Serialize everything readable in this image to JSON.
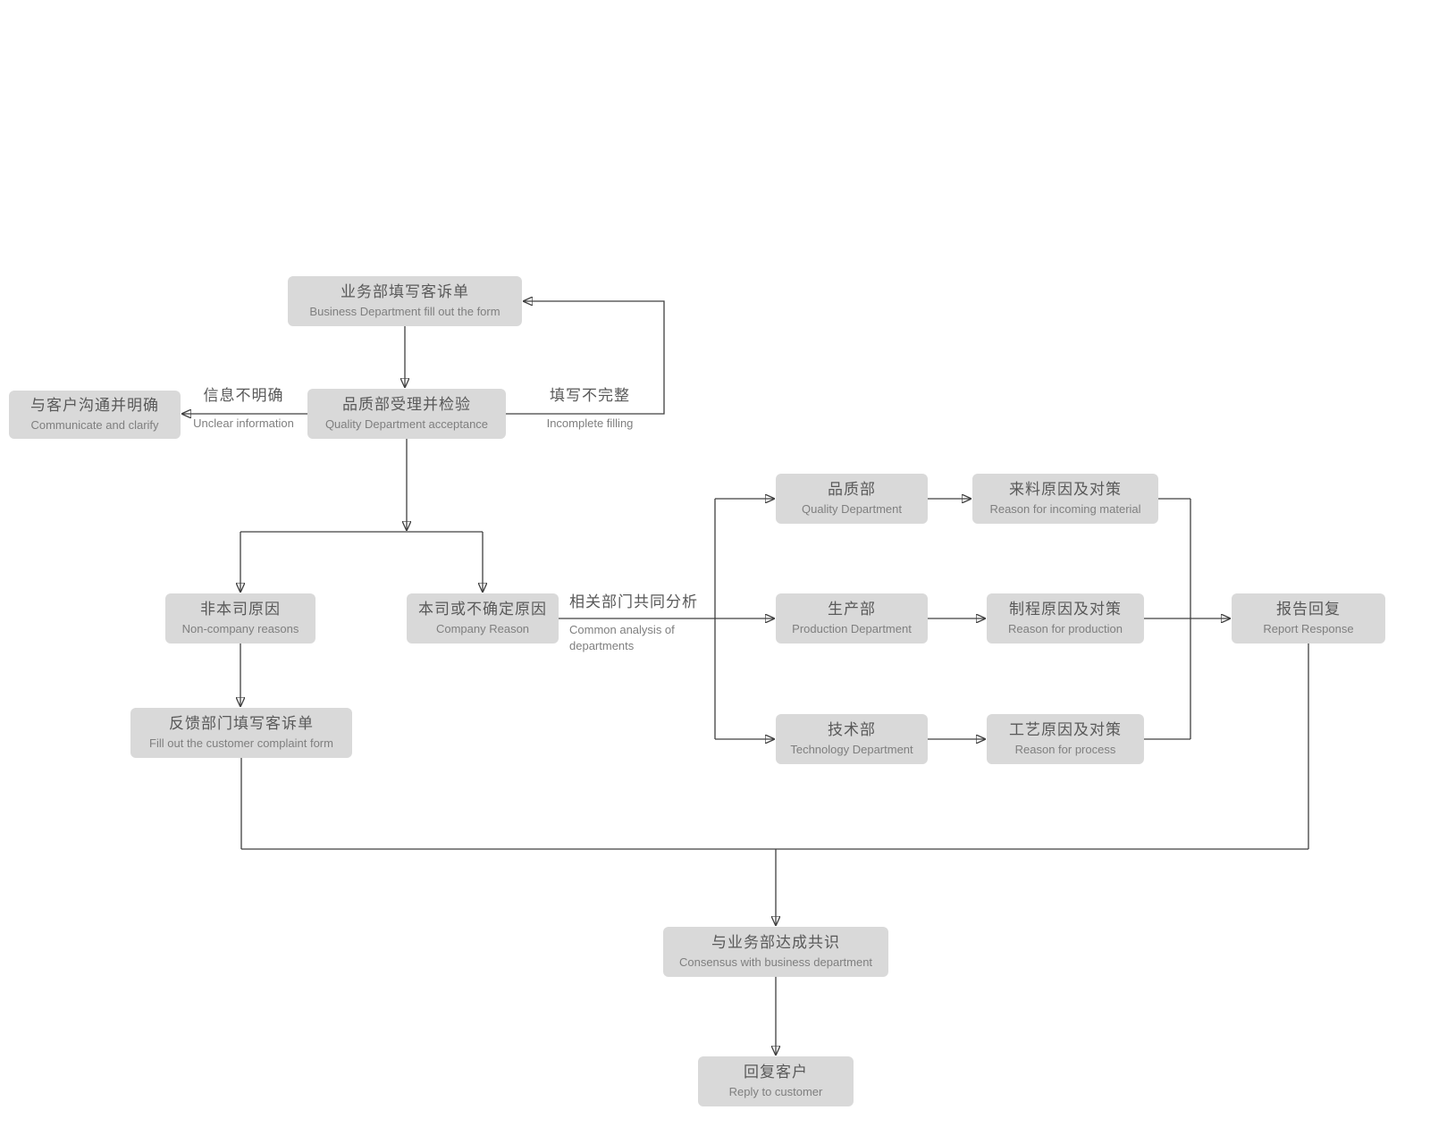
{
  "title": "Customer complaint handling flowchart",
  "colors": {
    "background": "#ffffff",
    "box_fill": "#d9d9d9",
    "line": "#404040",
    "zh_text": "#595959",
    "en_text": "#7f7f7f"
  },
  "nodes": {
    "business_fill": {
      "zh": "业务部填写客诉单",
      "en": "Business Department fill out the form"
    },
    "quality_accept": {
      "zh": "品质部受理并检验",
      "en": "Quality Department acceptance"
    },
    "communicate": {
      "zh": "与客户沟通并明确",
      "en": "Communicate and clarify"
    },
    "non_company": {
      "zh": "非本司原因",
      "en": "Non-company reasons"
    },
    "company_reason": {
      "zh": "本司或不确定原因",
      "en": "Company Reason"
    },
    "quality_dept": {
      "zh": "品质部",
      "en": "Quality Department"
    },
    "production_dept": {
      "zh": "生产部",
      "en": "Production Department"
    },
    "technology_dept": {
      "zh": "技术部",
      "en": "Technology Department"
    },
    "incoming_reason": {
      "zh": "来料原因及对策",
      "en": "Reason for incoming material"
    },
    "production_reason": {
      "zh": "制程原因及对策",
      "en": "Reason for production"
    },
    "process_reason": {
      "zh": "工艺原因及对策",
      "en": "Reason for process"
    },
    "report_response": {
      "zh": "报告回复",
      "en": "Report Response"
    },
    "feedback_fill": {
      "zh": "反馈部门填写客诉单",
      "en": "Fill out the customer complaint form"
    },
    "consensus": {
      "zh": "与业务部达成共识",
      "en": "Consensus with business department"
    },
    "reply_customer": {
      "zh": "回复客户",
      "en": "Reply to customer"
    }
  },
  "labels": {
    "unclear": {
      "zh": "信息不明确",
      "en": "Unclear information"
    },
    "incomplete": {
      "zh": "填写不完整",
      "en": "Incomplete filling"
    },
    "common_analysis": {
      "zh": "相关部门共同分析",
      "en_line1": "Common analysis of",
      "en_line2": "departments"
    }
  }
}
